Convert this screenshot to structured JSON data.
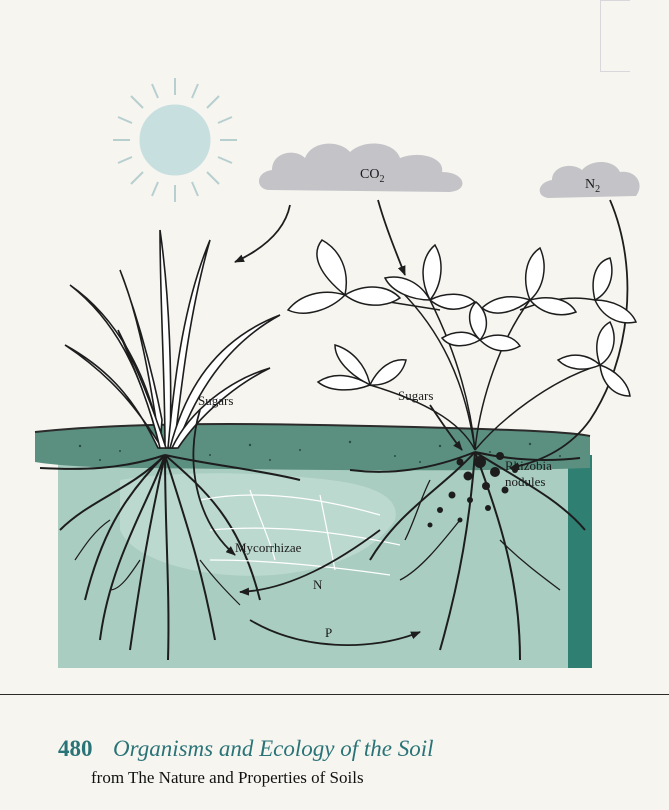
{
  "figure": {
    "co2_label": "CO",
    "co2_subscript": "2",
    "n2_label": "N",
    "n2_subscript": "2",
    "sugars_left": "Sugars",
    "sugars_right": "Sugars",
    "rhizobia_line1": "Rhizobia",
    "rhizobia_line2": "nodules",
    "mycorrhizae": "Mycorrhizae",
    "n_label": "N",
    "p_label": "P"
  },
  "footer": {
    "page_number": "480",
    "chapter_title": "Organisms and Ecology of the Soil",
    "source": "from The Nature and Properties of Soils"
  }
}
